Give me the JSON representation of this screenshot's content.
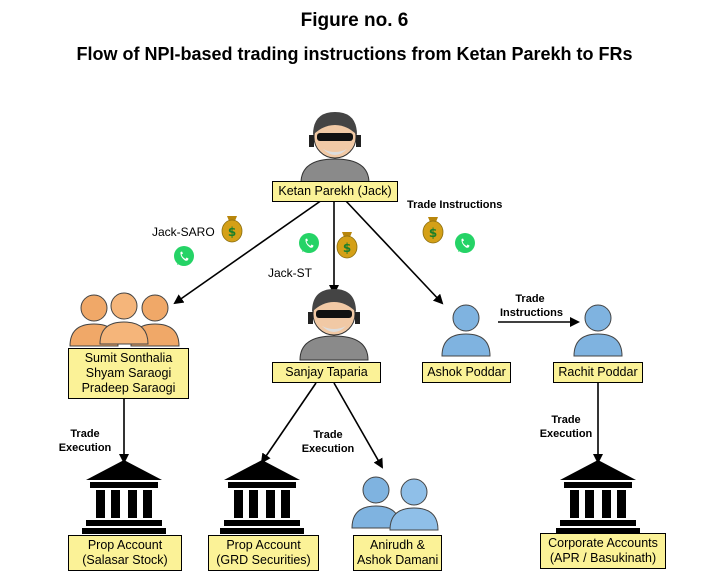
{
  "figure_number": "Figure no. 6",
  "title": "Flow of NPI-based trading instructions from Ketan Parekh to FRs",
  "nodes": {
    "ketan": "Ketan Parekh (Jack)",
    "frs": [
      "Sumit Sonthalia",
      "Shyam Saraogi",
      "Pradeep Saraogi"
    ],
    "sanjay": "Sanjay Taparia",
    "ashok_poddar": "Ashok Poddar",
    "rachit": "Rachit Poddar",
    "prop_salasar": [
      "Prop Account",
      "(Salasar Stock)"
    ],
    "prop_grd": [
      "Prop Account",
      "(GRD Securities)"
    ],
    "anirudh": [
      "Anirudh &",
      "Ashok Damani"
    ],
    "corporate": [
      "Corporate Accounts",
      "(APR / Basukinath)"
    ]
  },
  "edge_labels": {
    "jack_saro": "Jack-SARO",
    "jack_st": "Jack-ST",
    "trade_instructions_top": "Trade Instructions",
    "trade_instructions_mid": [
      "Trade",
      "Instructions"
    ],
    "trade_execution_left": [
      "Trade",
      "Execution"
    ],
    "trade_execution_mid": [
      "Trade",
      "Execution"
    ],
    "trade_execution_right": [
      "Trade",
      "Execution"
    ]
  },
  "icons": [
    "hacker-icon",
    "person-icon",
    "bank-icon",
    "money-bag-icon",
    "whatsapp-icon"
  ],
  "colors": {
    "box_fill": "#fbf297",
    "whatsapp": "#25d366",
    "money_bag": "#d4a017",
    "person_orange": "#f0a868",
    "person_blue": "#7fb3e0"
  }
}
